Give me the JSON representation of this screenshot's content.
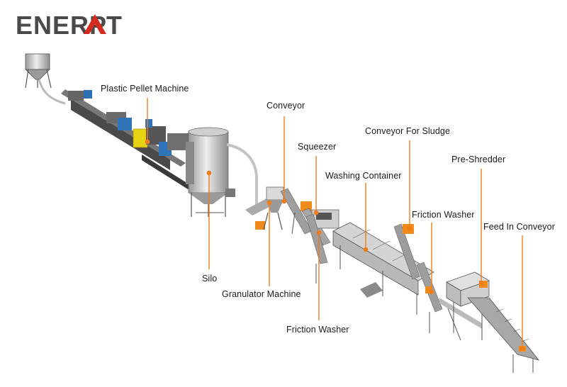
{
  "brand": {
    "logo_text": "ENERPAT",
    "logo_color": "#4a4a4a",
    "accent_color": "#d62a1e"
  },
  "leader_color": "#f07d1a",
  "labels": {
    "plastic_pellet_machine": "Plastic Pellet Machine",
    "conveyor": "Conveyor",
    "conveyor_for_sludge": "Conveyor For Sludge",
    "squeezer": "Squeezer",
    "pre_shredder": "Pre-Shredder",
    "washing_container": "Washing Container",
    "friction_washer_top": "Friction Washer",
    "feed_in_conveyor": "Feed In Conveyor",
    "silo": "Silo",
    "granulator_machine": "Granulator Machine",
    "friction_washer_bottom": "Friction Washer"
  }
}
